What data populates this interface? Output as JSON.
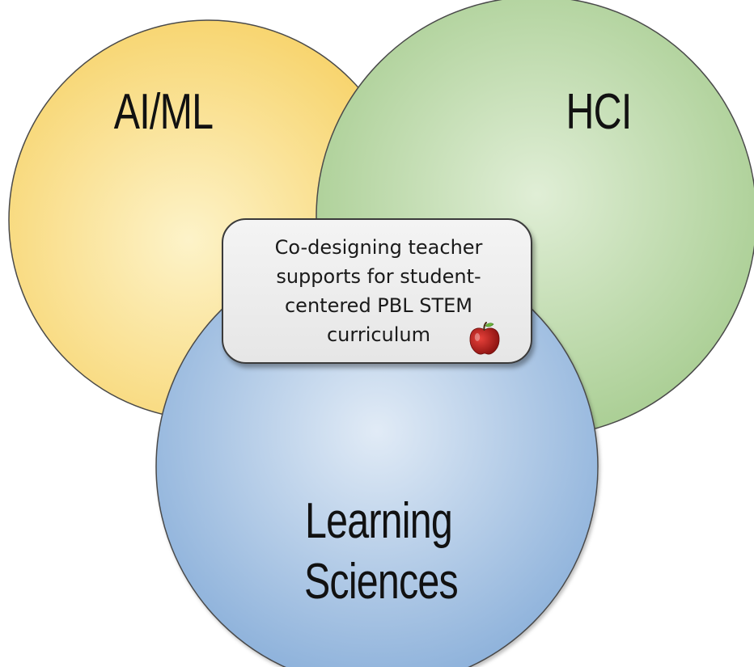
{
  "circles": {
    "aiml": {
      "label": "AI/ML",
      "color": "#f7d774"
    },
    "hci": {
      "label": "HCI",
      "color": "#a9cf94"
    },
    "learning_sciences": {
      "label_line1": "Learning",
      "label_line2": "Sciences",
      "color": "#8fb3dc"
    }
  },
  "callout": {
    "line1": "Co-designing teacher",
    "line2": "supports for student-",
    "line3": "centered PBL STEM",
    "line4": "curriculum",
    "icon": "apple-icon"
  }
}
